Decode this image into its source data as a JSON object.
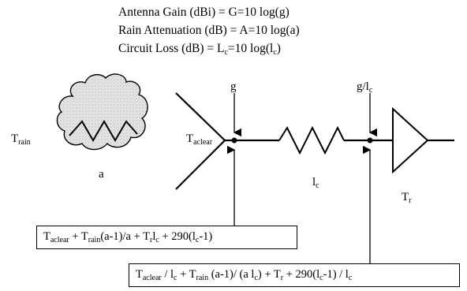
{
  "equations": {
    "gain": {
      "a": "Antenna Gain (dBi) = G=10 log(g)"
    },
    "rain": {
      "a": "Rain Attenuation (dB) = A=10 log(a)"
    },
    "loss": {
      "a": "Circuit Loss (dB) = L",
      "b": "c",
      "c": "=10 log(l",
      "d": "c",
      "e": ")"
    }
  },
  "labels": {
    "t_rain": {
      "base": "T",
      "sub": "rain"
    },
    "t_aclear": {
      "base": "T",
      "sub": "aclear"
    },
    "g": "g",
    "g_over_lc": {
      "a": "g/l",
      "b": "c"
    },
    "a": "a",
    "lc": {
      "base": "l",
      "sub": "c"
    },
    "t_r": {
      "base": "T",
      "sub": "r"
    }
  },
  "formula1": {
    "p1": "T",
    "s1": "aclear",
    "p2": " + T",
    "s2": "rain",
    "p3": "(a-1)/a + T",
    "s3": "r",
    "p4": "l",
    "s4": "c",
    "p5": " + 290(l",
    "s5": "c",
    "p6": "-1)"
  },
  "formula2": {
    "p1": "T",
    "s1": "aclear",
    "p2": " / l",
    "s2": "c",
    "p3": " + T",
    "s3": "rain",
    "p4": " (a-1)/ (a l",
    "s4": "c",
    "p5": ") + T",
    "s5": "r",
    "p6": " + 290(l",
    "s6": "c",
    "p7": "-1) / l",
    "s7": "c"
  }
}
